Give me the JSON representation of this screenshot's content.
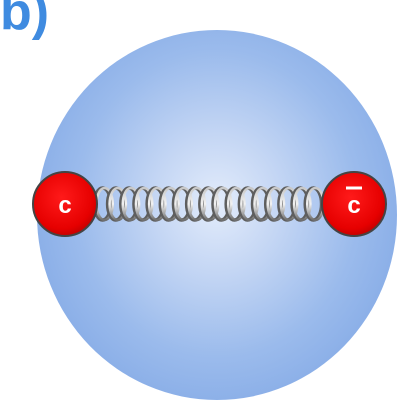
{
  "panel_label": "b)",
  "diagram": {
    "left_particle": {
      "label": "c",
      "kind": "quark"
    },
    "right_particle": {
      "label": "c",
      "kind": "antiquark"
    },
    "connector": "spring-icon",
    "colors": {
      "panel_label": "#3f8be0",
      "sphere": "#9bbbec",
      "particle": "#ee0000",
      "particle_outline": "#444444",
      "spring": "#8a8a8a"
    }
  }
}
